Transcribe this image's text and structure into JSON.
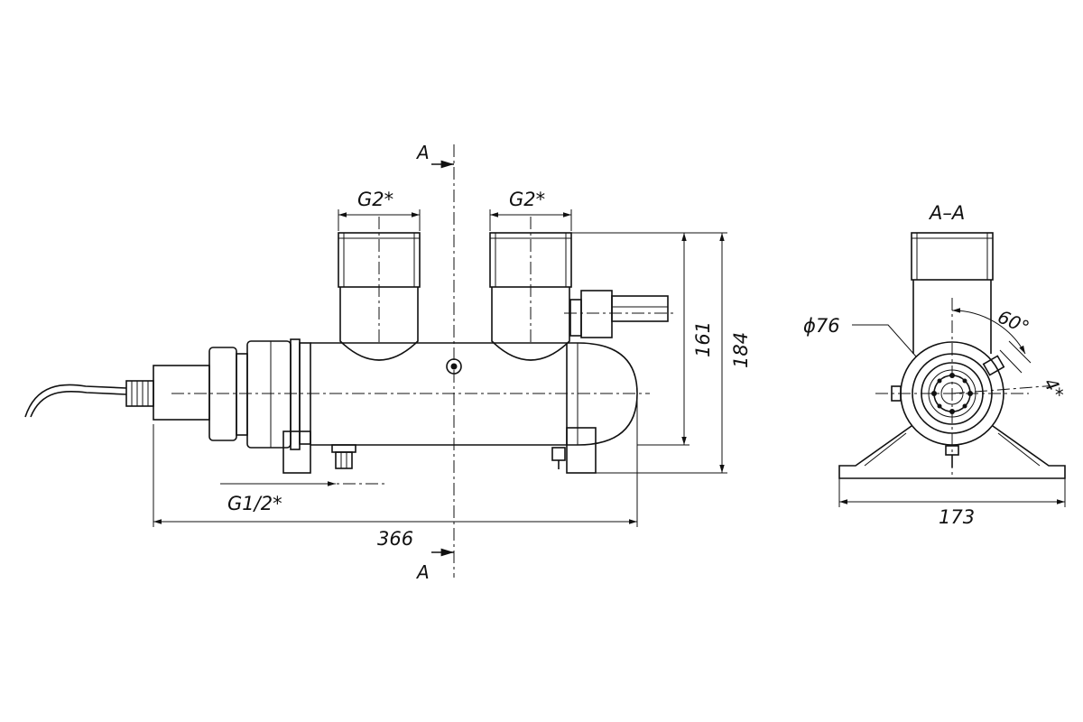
{
  "drawing": {
    "section_marker_top": "A",
    "section_marker_bottom": "A",
    "section_title": "A–A",
    "thread_left": "G2*",
    "thread_right": "G2*",
    "thread_drain": "G1/2*",
    "overall_length": "366",
    "height_inner": "161",
    "height_outer": "184",
    "diameter": "ϕ76",
    "angle": "60°",
    "holes": "4*",
    "base_width": "173"
  }
}
